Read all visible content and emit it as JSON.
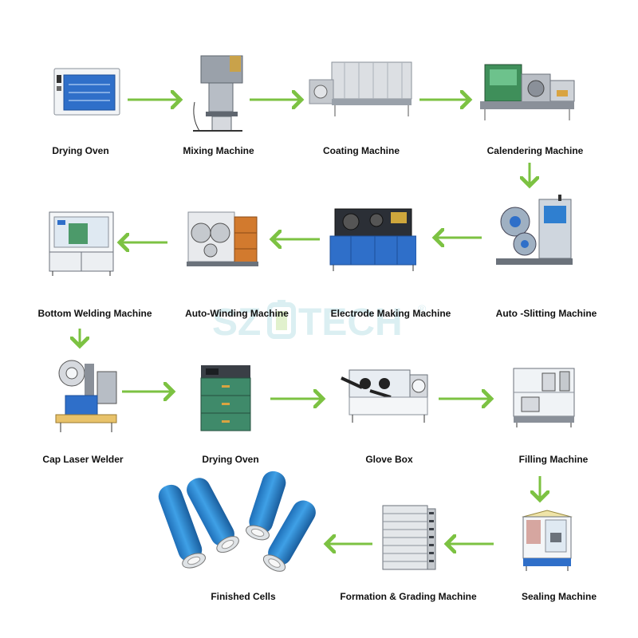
{
  "watermark": {
    "text": "SZ",
    "text2": "TECH",
    "registered": "®"
  },
  "stages": [
    {
      "label": "Drying Oven",
      "icon": "drying-oven-icon"
    },
    {
      "label": "Mixing Machine",
      "icon": "mixing-machine-icon"
    },
    {
      "label": "Coating Machine",
      "icon": "coating-machine-icon"
    },
    {
      "label": "Calendering Machine",
      "icon": "calendering-machine-icon"
    },
    {
      "label": "Auto -Slitting Machine",
      "icon": "slitting-machine-icon"
    },
    {
      "label": "Electrode Making Machine",
      "icon": "electrode-making-machine-icon"
    },
    {
      "label": "Auto-Winding Machine",
      "icon": "winding-machine-icon"
    },
    {
      "label": "Bottom Welding Machine",
      "icon": "bottom-welding-machine-icon"
    },
    {
      "label": "Cap Laser Welder",
      "icon": "cap-laser-welder-icon"
    },
    {
      "label": "Drying Oven",
      "icon": "drying-cabinet-icon"
    },
    {
      "label": "Glove Box",
      "icon": "glove-box-icon"
    },
    {
      "label": "Filling Machine",
      "icon": "filling-machine-icon"
    },
    {
      "label": "Sealing Machine",
      "icon": "sealing-machine-icon"
    },
    {
      "label": "Formation & Grading Machine",
      "icon": "formation-grading-machine-icon"
    },
    {
      "label": "Finished Cells",
      "icon": "finished-cells-icon"
    }
  ],
  "colors": {
    "arrow": "#7cc242",
    "cell_blue": "#2a8fd6",
    "machine_gray": "#8a9099",
    "machine_blue": "#2f6fc9"
  }
}
